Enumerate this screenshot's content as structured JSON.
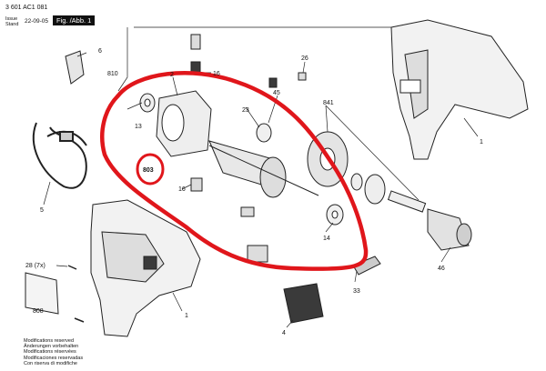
{
  "header": {
    "part_code": "3 601 AC1 081",
    "issue_label": "Issue\nStand",
    "issue_date": "22-09-05",
    "fig_label": "Fig. /Abb. 1"
  },
  "footer": {
    "lines": [
      "Modifications reserved",
      "Änderungen vorbehalten",
      "Modifications réservées",
      "Modificaciones reservadas",
      "Con riserva di modifiche"
    ]
  },
  "callouts": {
    "c1_right": "1",
    "c1_bottom": "1",
    "c2": "2",
    "c4": "4",
    "c5": "5",
    "c6": "6",
    "c13": "13",
    "c14": "14",
    "c16_top": "16",
    "c16_mid": "16",
    "c23": "23",
    "c26": "26",
    "c28": "28 (7x)",
    "c33": "33",
    "c45": "45",
    "c46": "46",
    "c803": "803",
    "c808": "808",
    "c810": "810",
    "c841": "841"
  },
  "colors": {
    "highlight": "#e0161b",
    "line": "#222222",
    "part_fill": "#f2f2f2",
    "dark_fill": "#3a3a3a"
  }
}
